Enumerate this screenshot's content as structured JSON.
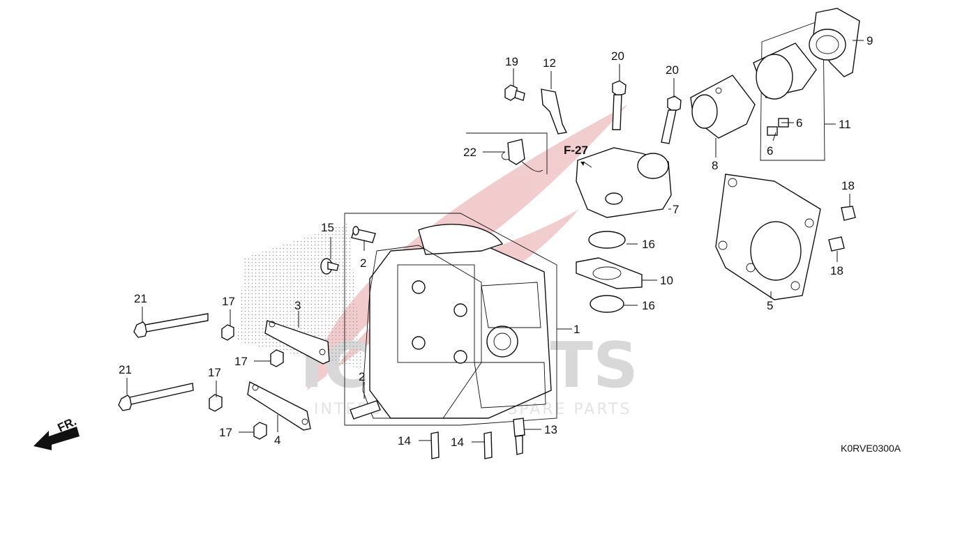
{
  "diagram": {
    "code": "K0RVE0300A",
    "reference": "F-27",
    "direction_label": "FR.",
    "watermark": {
      "brand": "ICSPARTS",
      "tagline": "INTERCONTINENTAL SPARE PARTS"
    },
    "callouts": [
      "1",
      "2",
      "2",
      "3",
      "4",
      "5",
      "6",
      "6",
      "7",
      "8",
      "9",
      "10",
      "11",
      "12",
      "13",
      "14",
      "14",
      "15",
      "16",
      "16",
      "17",
      "17",
      "17",
      "17",
      "18",
      "18",
      "19",
      "20",
      "20",
      "21",
      "21",
      "22"
    ]
  },
  "colors": {
    "line": "#111111",
    "watermark_red": "#e8a4a4",
    "watermark_gray": "#d8d8d8",
    "stipple": "#9a9a9a"
  }
}
